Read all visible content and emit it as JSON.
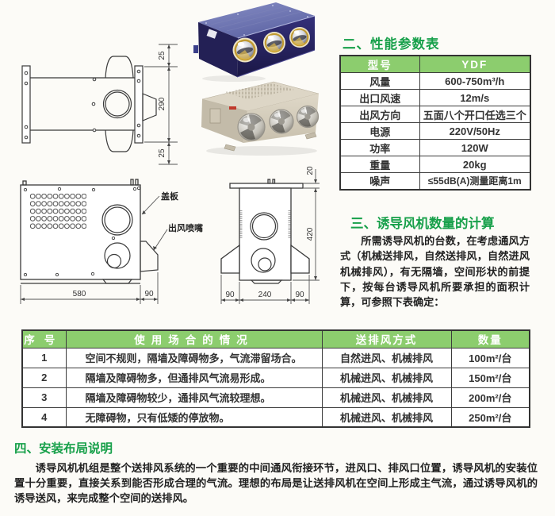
{
  "headings": {
    "performance": "二、性能参数表",
    "calculation": "三、诱导风机数量的计算",
    "installation": "四、安装布局说明"
  },
  "spec_table": {
    "model_label": "型号",
    "model_value": "YDF",
    "rows": [
      {
        "label": "风量",
        "value": "600-750m³/h"
      },
      {
        "label": "出口风速",
        "value": "12m/s"
      },
      {
        "label": "出风方向",
        "value": "五面八个开口任选三个"
      },
      {
        "label": "电源",
        "value": "220V/50Hz"
      },
      {
        "label": "功率",
        "value": "120W"
      },
      {
        "label": "重量",
        "value": "20kg"
      },
      {
        "label": "噪声",
        "value": "≤55dB(A)测量距离1m"
      }
    ]
  },
  "calculation_text": "所需诱导风机的台数，在考虑通风方式（机械送排风，自然送排风，自然进风机械排风），有无隔墙，空间形状的前提下，按每台诱导风机所要承担的面积计算，可参照下表确定：",
  "installation_text": "诱导风机机组是整个送排风系统的一个重要的中间通风衔接环节，进风口、排风口位置，诱导风机的安装位置十分重要，直接关系到能否形成合理的气流。理想的布局是让送排风机在空间上形成主气流，通过诱导风机的诱导送风，来完成整个空间的送排风。",
  "usage_table": {
    "headers": {
      "index": "序号",
      "situation": "使用场合的情况",
      "mode": "送排风方式",
      "quantity": "数量"
    },
    "rows": [
      {
        "index": "1",
        "situation": "空间不规则，隔墙及障碍物多，气流滞留场合。",
        "mode": "自然进风、机械排风",
        "quantity": "100m²/台"
      },
      {
        "index": "2",
        "situation": "隔墙及障碍物多，但通排风气流易形成。",
        "mode": "机械进风、机械排风",
        "quantity": "150m²/台"
      },
      {
        "index": "3",
        "situation": "隔墙及障碍物较少，通排风气流较理想。",
        "mode": "机械进风、机械排风",
        "quantity": "200m²/台"
      },
      {
        "index": "4",
        "situation": "无障碍物，只有低矮的停放物。",
        "mode": "机械进风、机械排风",
        "quantity": "250m²/台"
      }
    ]
  },
  "drawings": {
    "plan": {
      "dim_top": "25",
      "dim_mid": "290",
      "dim_bottom": "25"
    },
    "side": {
      "label_cover": "盖板",
      "label_nozzle": "出风喷嘴",
      "dim_width": "580",
      "dim_nozzle": "90"
    },
    "front": {
      "dim_flange": "20",
      "dim_height": "420",
      "dim_left": "90",
      "dim_mid": "240",
      "dim_right": "90"
    }
  },
  "colors": {
    "table_header_green": "#8ccd6e",
    "heading_green": "#17a04a"
  }
}
